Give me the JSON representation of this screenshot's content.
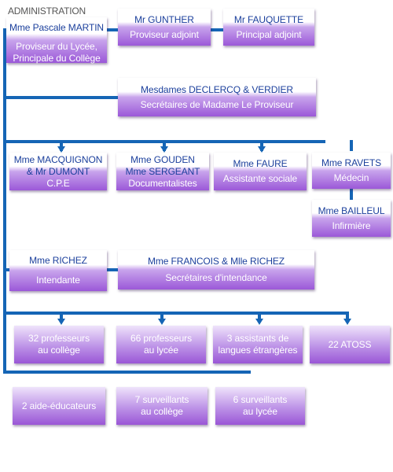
{
  "colors": {
    "connector": "#1565b5",
    "name_text": "#1b3f9c",
    "box_top": "#ffffff",
    "box_bottom": "#9b58d8"
  },
  "head": {
    "label": "ADMINISTRATION",
    "name": "Mme Pascale MARTIN",
    "role_line1": "Proviseur du Lycée,",
    "role_line2": "Principale du Collège"
  },
  "deputies": [
    {
      "name": "Mr GUNTHER",
      "role": "Proviseur adjoint"
    },
    {
      "name": "Mr FAUQUETTE",
      "role": "Principal adjoint"
    }
  ],
  "secretaries": {
    "name": "Mesdames DECLERCQ & VERDIER",
    "role": "Secrétaires de Madame Le Proviseur"
  },
  "staff": [
    {
      "name1": "Mme MACQUIGNON",
      "name2": "& Mr DUMONT",
      "role": "C.P.E"
    },
    {
      "name1": "Mme GOUDEN",
      "name2": "Mme SERGEANT",
      "role": "Documentalistes"
    },
    {
      "name1": "Mme FAURE",
      "role": "Assistante sociale"
    },
    {
      "name1": "Mme RAVETS",
      "role": "Médecin"
    }
  ],
  "nurse": {
    "name": "Mme BAILLEUL",
    "role": "Infirmière"
  },
  "steward": {
    "name": "Mme RICHEZ",
    "role": "Intendante"
  },
  "steward_secretaries": {
    "name": "Mme FRANCOIS & Mlle RICHEZ",
    "role": "Secrétaires  d'intendance"
  },
  "groups": [
    {
      "line1": "32 professeurs",
      "line2": "au collège"
    },
    {
      "line1": "66 professeurs",
      "line2": "au lycée"
    },
    {
      "line1": "3 assistants de",
      "line2": "langues étrangères"
    },
    {
      "line1": "22 ATOSS"
    }
  ],
  "supervisors": [
    {
      "line1": "2 aide-éducateurs"
    },
    {
      "line1": "7 surveillants",
      "line2": "au collège"
    },
    {
      "line1": "6 surveillants",
      "line2": "au lycée"
    }
  ]
}
